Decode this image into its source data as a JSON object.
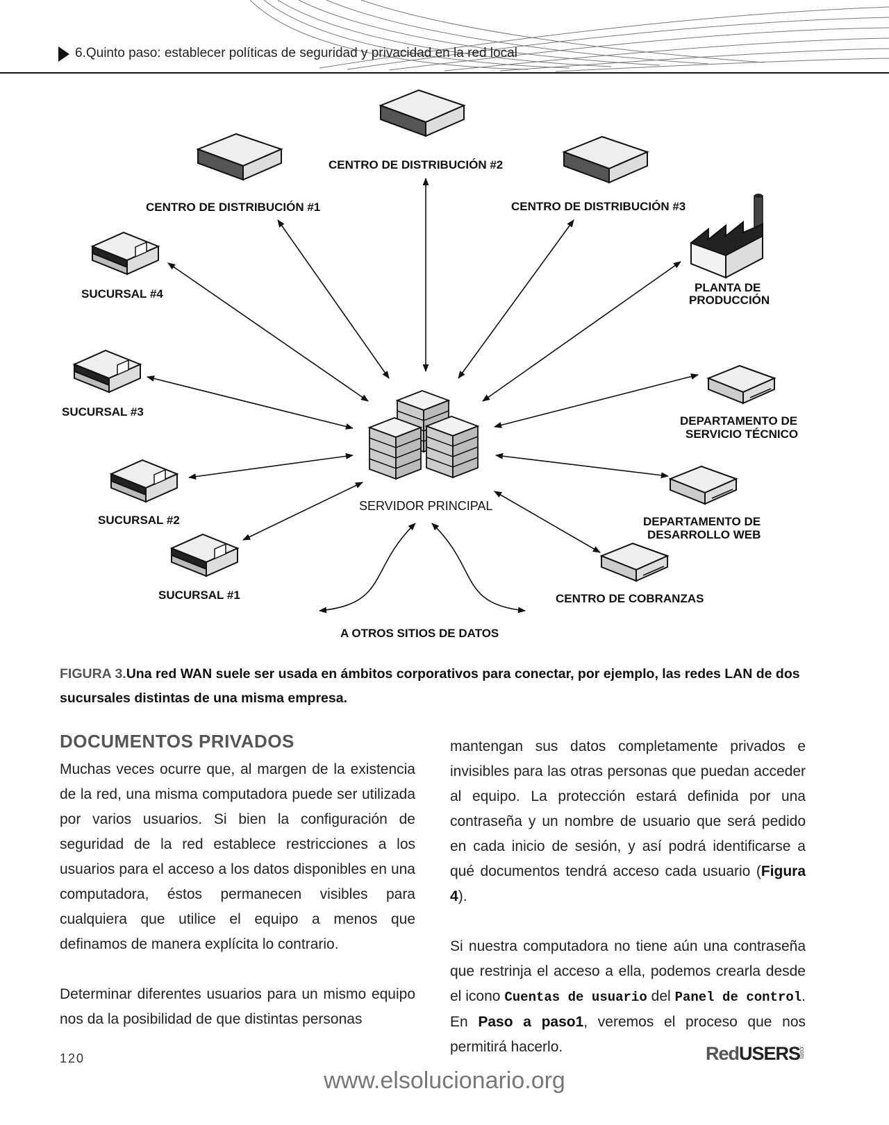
{
  "header": {
    "title": "6.Quinto paso: establecer políticas de seguridad y privacidad en la red local"
  },
  "figure": {
    "labels": {
      "cd2": "CENTRO DE DISTRIBUCIÓN #2",
      "cd1": "CENTRO DE DISTRIBUCIÓN #1",
      "cd3": "CENTRO DE DISTRIBUCIÓN #3",
      "planta1": "PLANTA DE",
      "planta2": "PRODUCCIÓN",
      "suc4": "SUCURSAL #4",
      "suc3": "SUCURSAL #3",
      "suc2": "SUCURSAL #2",
      "suc1": "SUCURSAL #1",
      "dst1": "DEPARTAMENTO DE",
      "dst2": "SERVICIO TÉCNICO",
      "ddw1": "DEPARTAMENTO DE",
      "ddw2": "DESARROLLO WEB",
      "server": "SERVIDOR PRINCIPAL",
      "cobranzas": "CENTRO DE COBRANZAS",
      "otros": "A OTROS SITIOS DE DATOS"
    }
  },
  "caption": {
    "number": "FIGURA 3.",
    "text": "Una red WAN suele ser usada en ámbitos corporativos para conectar, por ejemplo, las redes LAN de dos sucursales distintas de una misma empresa."
  },
  "section": {
    "title": "DOCUMENTOS PRIVADOS"
  },
  "body": {
    "p1": "Muchas veces ocurre que, al margen de la existencia de la red, una misma computadora puede ser utilizada por varios usuarios. Si bien la configuración de seguridad de la red establece restricciones a los usuarios para el acceso a los datos disponibles en una computadora, éstos permanecen visibles para cualquiera que utilice el equipo a menos que definamos de manera explícita lo contrario.",
    "p2": "Determinar diferentes usuarios para un mismo equipo nos da la posibilidad de que distintas personas",
    "p3": "mantengan sus datos completamente privados e invisibles para las otras personas que puedan acceder al equipo. La protección estará definida por una contraseña y un nombre de usuario que será pedido en cada inicio de sesión, y así podrá identificarse a qué documentos tendrá acceso cada usuario (",
    "p3_bold": "Figura 4",
    "p3_end": ").",
    "p4_a": "Si nuestra computadora no tiene aún una contraseña que restrinja el acceso a ella, podemos crearla desde el icono ",
    "p4_mono1": "Cuentas de usuario",
    "p4_b": " del ",
    "p4_mono2": "Panel de control",
    "p4_c": ". En ",
    "p4_bold": "Paso a paso1",
    "p4_d": ", veremos el proceso que nos permitirá hacerlo."
  },
  "footer": {
    "page": "120",
    "brand_red": "Red",
    "brand_users": "USERS",
    "brand_com": ".com",
    "watermark": "www.elsolucionario.org"
  }
}
